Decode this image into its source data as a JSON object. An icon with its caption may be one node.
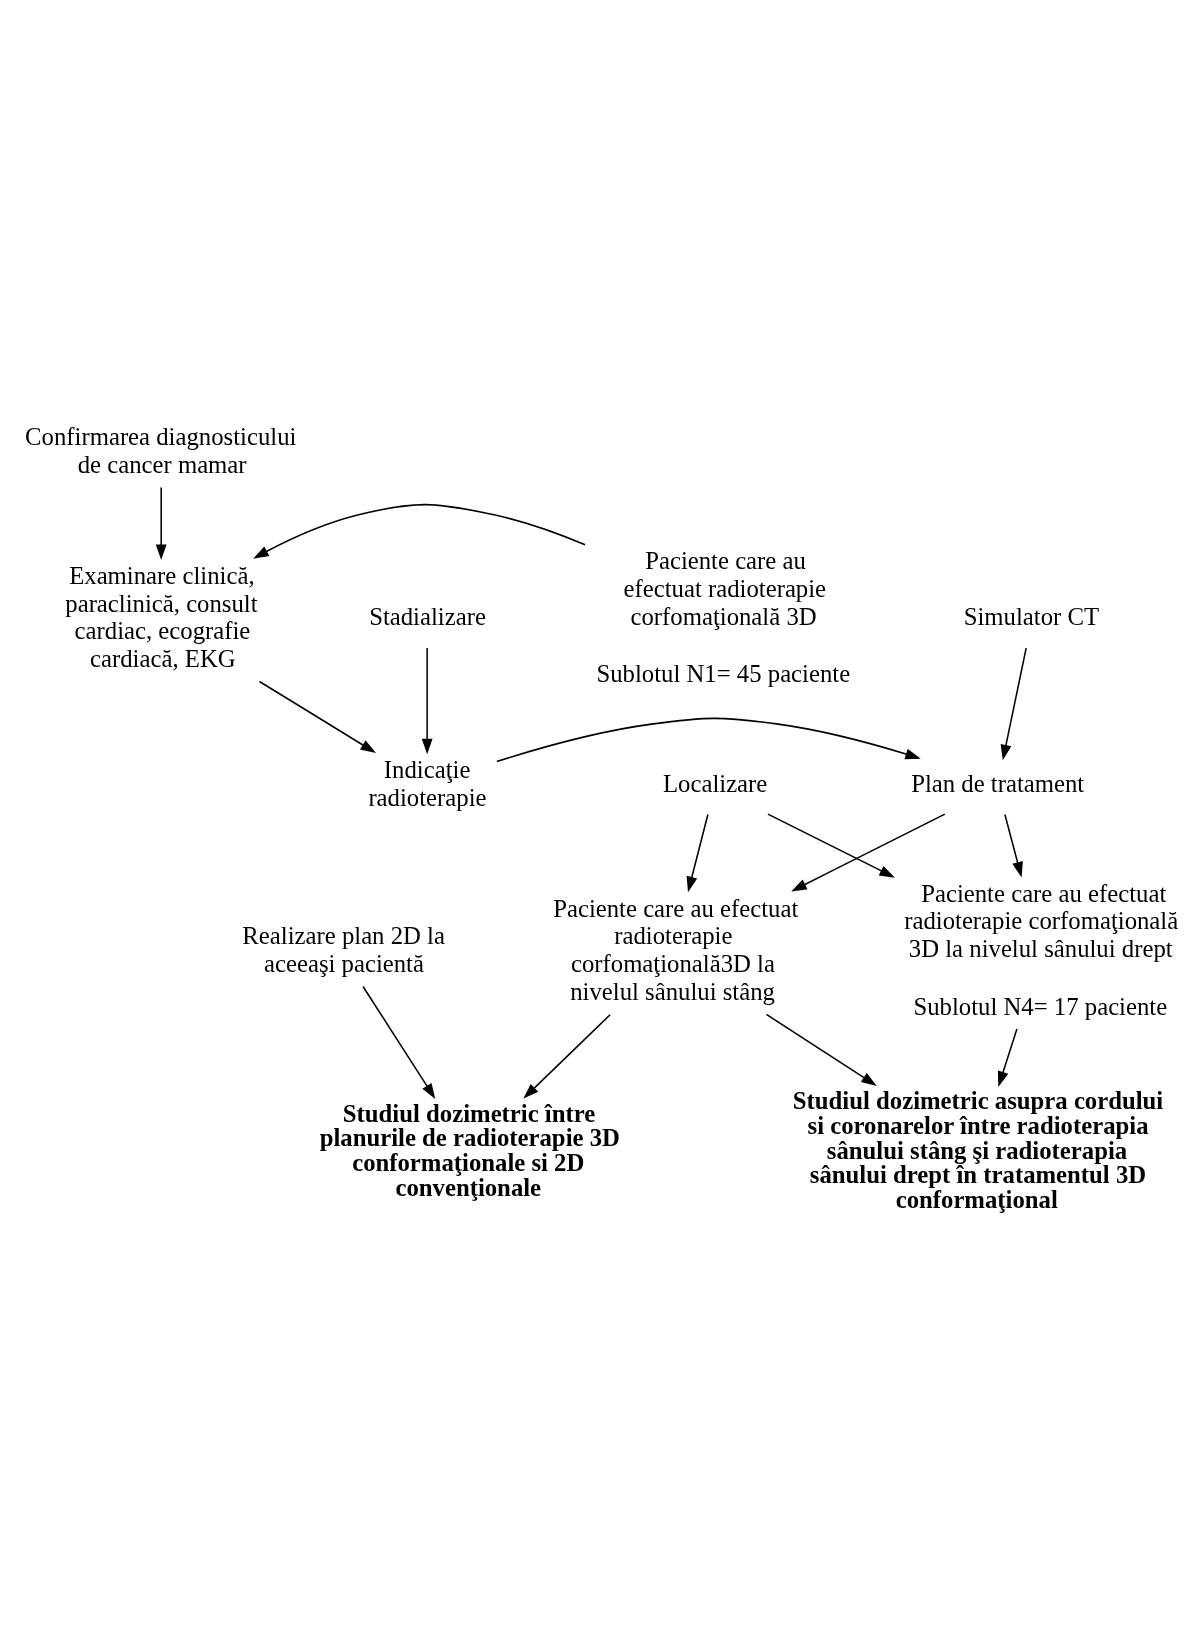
{
  "diagram": {
    "nodes": [
      {
        "text": [
          "Confirmarea diagnosticului de cancer mamar"
        ]
      },
      {
        "text": [
          "Paciente care au efectuat radioterapie corfomaţională 3D",
          "Sublotul N1= 45 paciente"
        ]
      },
      {
        "text": [
          "Examinare clinică, paraclinică, consult cardiac, ecografie cardiacă, EKG"
        ]
      },
      {
        "text": [
          "Stadializare"
        ]
      },
      {
        "text": [
          "Simulator CT"
        ]
      },
      {
        "text": [
          "Plan de tratament"
        ]
      },
      {
        "text": [
          "Indicaţie radioterapie"
        ]
      },
      {
        "text": [
          "Localizare"
        ]
      },
      {
        "text": [
          "Paciente care au efectuat radioterapie corfomaţională3D la nivelul sânului stâng"
        ]
      },
      {
        "text": [
          "Paciente care au efectuat radioterapie corfomaţională 3D la nivelul sânului drept",
          "Sublotul N4= 17 paciente"
        ]
      },
      {
        "text": [
          "Realizare plan 2D la aceeaşi pacientă"
        ]
      },
      {
        "text": [
          "Studiul dozimetric între planurile de radioterapie 3D conformaţionale si 2D convenţionale"
        ]
      },
      {
        "text": [
          "Studiul dozimetric asupra cordului si coronarelor între radioterapia sânului stâng şi radioterapia sânului drept în tratamentul 3D conformaţional"
        ]
      }
    ],
    "edges": [
      {
        "from": 0,
        "to": 2,
        "arrow": "to"
      },
      {
        "from": 1,
        "to": 2,
        "arrow": "to"
      },
      {
        "from": 2,
        "to": 6,
        "arrow": "to"
      },
      {
        "from": 3,
        "to": 6,
        "arrow": "to"
      },
      {
        "from": 4,
        "to": 5,
        "arrow": "to"
      },
      {
        "from": 6,
        "to": 5,
        "arrow": "to"
      },
      {
        "from": 5,
        "to": 8,
        "arrow": "to"
      },
      {
        "from": 5,
        "to": 9,
        "arrow": "to"
      },
      {
        "from": 7,
        "to": 8,
        "arrow": "to"
      },
      {
        "from": 7,
        "to": 9,
        "arrow": "to"
      },
      {
        "from": 8,
        "to": 11,
        "arrow": "to"
      },
      {
        "from": 8,
        "to": 12,
        "arrow": "to"
      },
      {
        "from": 9,
        "to": 12,
        "arrow": "to"
      },
      {
        "from": 10,
        "to": 11,
        "arrow": "to"
      }
    ]
  }
}
